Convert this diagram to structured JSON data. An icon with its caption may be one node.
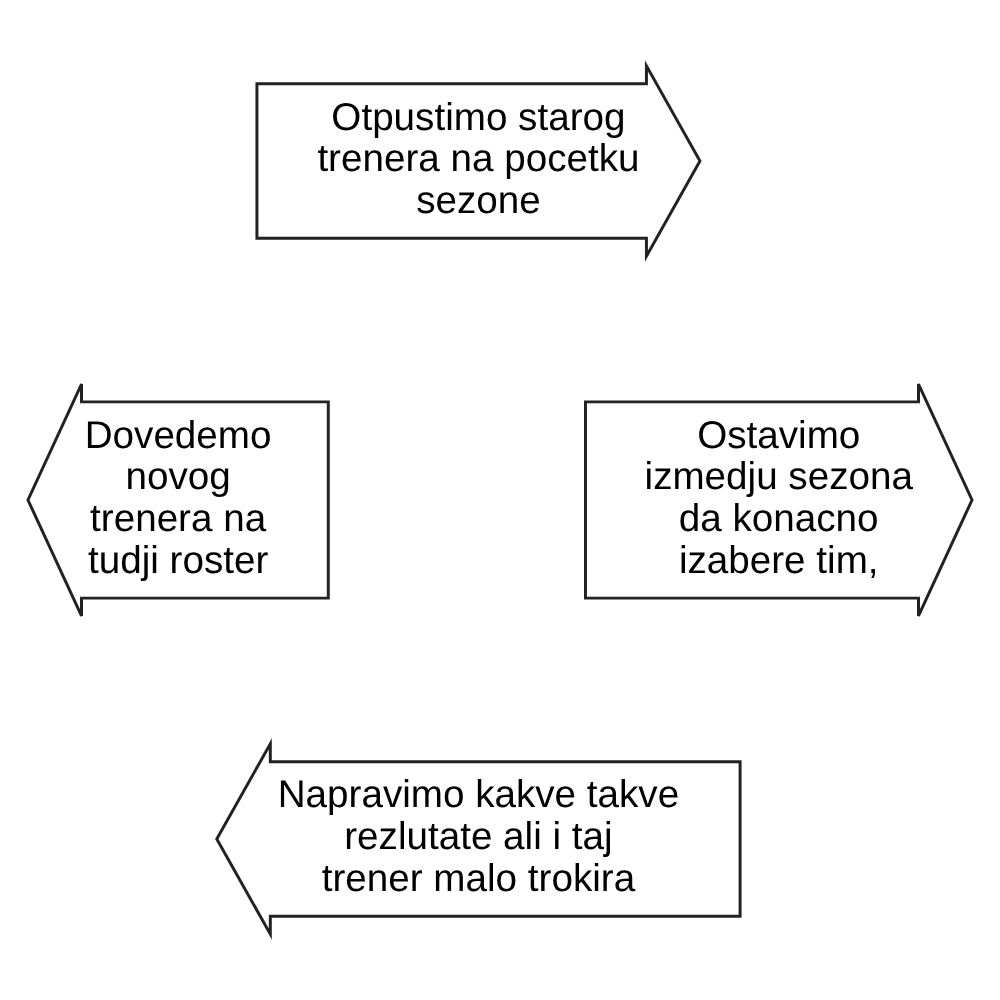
{
  "diagram": {
    "nodes": [
      {
        "text": [
          "Otpustimo starog trenera na pocetku sezone"
        ]
      },
      {
        "text": [
          "Dovedemo novog trenera na tudji roster"
        ]
      },
      {
        "text": [
          "Napravimo kakve takve rezlutate ali i taj trener malo trokira"
        ]
      },
      {
        "text": [
          "Ostavimo izmedju sezona da konacno izabere tim,"
        ]
      }
    ]
  }
}
